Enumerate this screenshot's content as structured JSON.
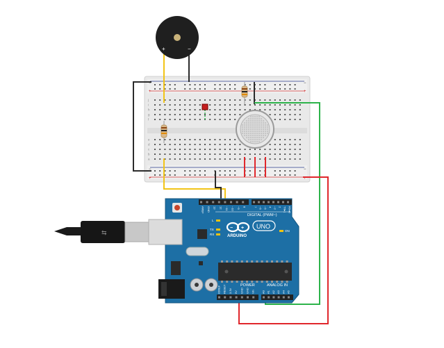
{
  "buzzer": {
    "plus": "+",
    "minus": "−"
  },
  "board": {
    "digital_header": "DIGITAL (PWM~)",
    "brand": "ARDUINO",
    "model": "UNO",
    "on_label": "ON",
    "power_label": "POWER",
    "analog_label": "ANALOG IN",
    "led_l": "L",
    "led_tx": "TX",
    "led_rx": "RX",
    "pin_top_left": [
      "AREF",
      "GND",
      "13",
      "12",
      "~11",
      "~10",
      "~9",
      "8"
    ],
    "pin_top_right": [
      "7",
      "~6",
      "~5",
      "4",
      "~3",
      "2",
      "TX▸1",
      "RX◂0"
    ],
    "pin_power": [
      "IOREF",
      "RESET",
      "3.3V",
      "5V",
      "GND",
      "GND",
      "Vin"
    ],
    "pin_analog": [
      "A0",
      "A1",
      "A2",
      "A3",
      "A4",
      "A5"
    ]
  },
  "breadboard": {
    "rows_top": [
      "j",
      "i",
      "h",
      "g",
      "f"
    ],
    "rows_bottom": [
      "e",
      "d",
      "c",
      "b",
      "a"
    ],
    "rail_plus": "+",
    "rail_minus": "−"
  },
  "colors": {
    "wire_black": "#2b2b2b",
    "wire_red": "#e0262b",
    "wire_green": "#2db34a",
    "wire_yellow": "#f2c417",
    "board_blue": "#1d6fa5",
    "breadboard": "#e9e9e9"
  }
}
